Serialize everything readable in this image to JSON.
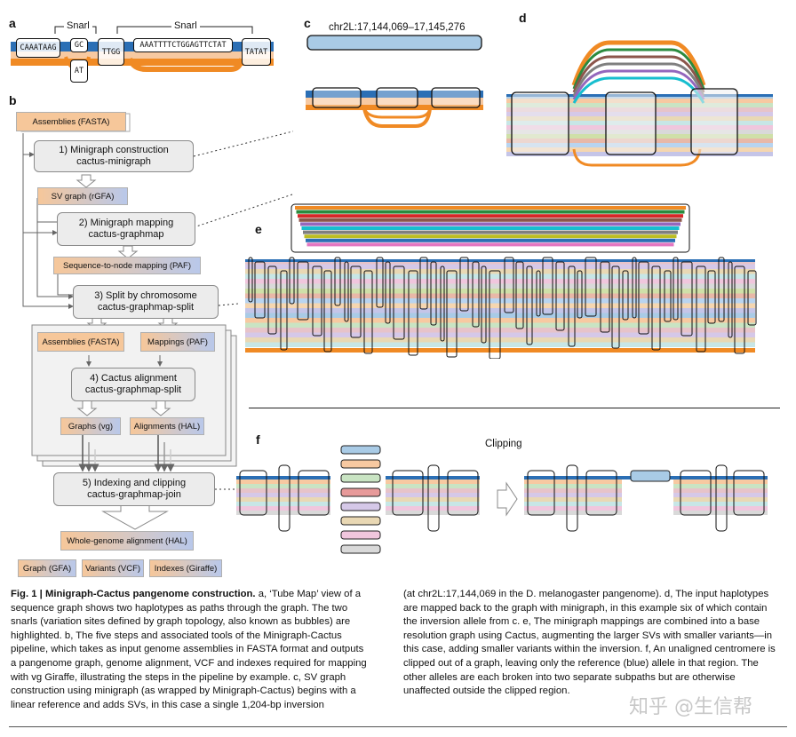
{
  "panels": {
    "a": "a",
    "b": "b",
    "c": "c",
    "d": "d",
    "e": "e",
    "f": "f"
  },
  "panel_a": {
    "snarl_label_1": "Snarl",
    "snarl_label_2": "Snarl",
    "seqs": [
      "CAAATAAG",
      "GC",
      "AT",
      "TTGG",
      "AAATTTTCTGGAGTTCTAT",
      "TATAT"
    ]
  },
  "panel_b": {
    "assemblies_top": "Assemblies (FASTA)",
    "step1": "1) Minigraph construction\ncactus-minigraph",
    "sv_graph": "SV graph (rGFA)",
    "step2": "2) Minigraph mapping\ncactus-graphmap",
    "seq_to_node": "Sequence-to-node mapping (PAF)",
    "step3": "3) Split by chromosome\ncactus-graphmap-split",
    "assemblies_inner": "Assemblies (FASTA)",
    "mappings_inner": "Mappings (PAF)",
    "step4": "4) Cactus alignment\ncactus-graphmap-split",
    "graphs_vg": "Graphs (vg)",
    "alignments_hal": "Alignments (HAL)",
    "step5": "5) Indexing and clipping\ncactus-graphmap-join",
    "wga": "Whole-genome alignment (HAL)",
    "out_gfa": "Graph (GFA)",
    "out_vcf": "Variants (VCF)",
    "out_idx": "Indexes (Giraffe)"
  },
  "panel_c": {
    "region": "chr2L:17,144,069–17,145,276"
  },
  "panel_f": {
    "label": "Clipping"
  },
  "caption": {
    "left_title": "Fig. 1 | Minigraph-Cactus pangenome construction.",
    "left_body": " a, ‘Tube Map’ view of a sequence graph shows two haplotypes as paths through the graph. The two snarls (variation sites defined by graph topology, also known as bubbles) are highlighted. b, The five steps and associated tools of the Minigraph-Cactus pipeline, which takes as input genome assemblies in FASTA format and outputs a pangenome graph, genome alignment, VCF and indexes required for mapping with vg Giraffe, illustrating the steps in the pipeline by example. c, SV graph construction using minigraph (as wrapped by Minigraph-Cactus) begins with a linear reference and adds SVs, in this case a single 1,204-bp inversion",
    "right_body": "(at chr2L:17,144,069 in the D. melanogaster pangenome). d, The input haplotypes are mapped back to the graph with minigraph, in this example six of which contain the inversion allele from c. e, The minigraph mappings are combined into a base resolution graph using Cactus, augmenting the larger SVs with smaller variants—in this case, adding smaller variants within the inversion. f, An unaligned centromere is clipped out of a graph, leaving only the reference (blue) allele in that region. The other alleles are each broken into two separate subpaths but are otherwise unaffected outside the clipped region."
  },
  "watermark": "知乎 @生信帮",
  "colors": {
    "blue": "#2b6fb5",
    "orange": "#f08a24",
    "light_blue": "#a9cbe6",
    "light_orange": "#f7c9a1",
    "box_bg": "#ececec",
    "tag_orange": "#f6c79a",
    "tag_blue": "#b9c8ea"
  }
}
